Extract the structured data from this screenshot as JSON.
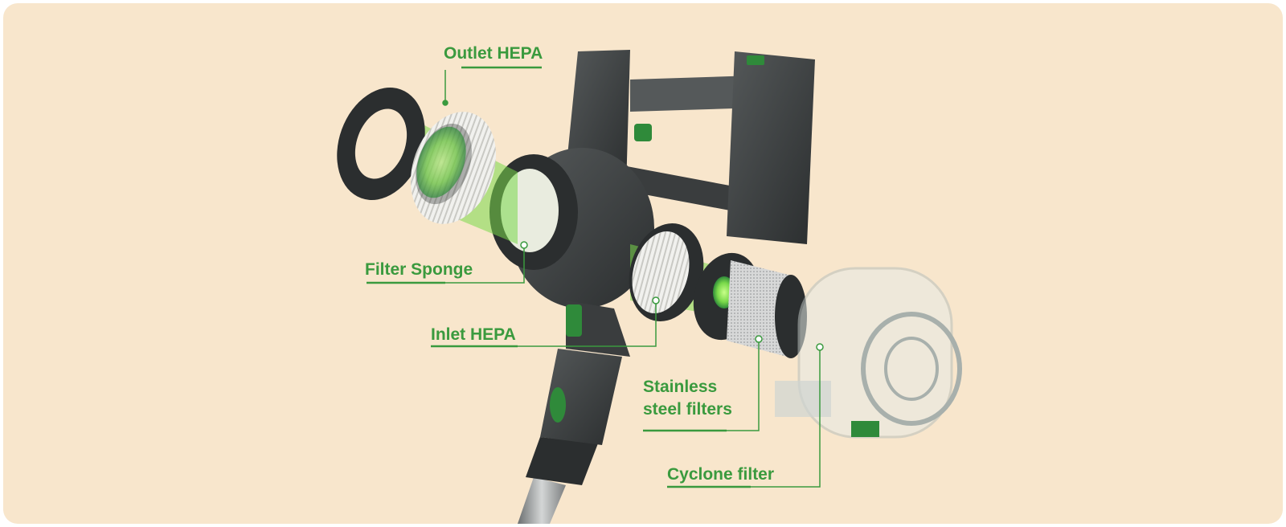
{
  "colors": {
    "background": "#f8e6cc",
    "label_green": "#3a9a3e",
    "body_dark": "#3a3d3e",
    "accent_green": "#2f8a3a",
    "glow_green": "#7ad94a"
  },
  "labels": {
    "outlet_hepa": "Outlet HEPA",
    "filter_sponge": "Filter Sponge",
    "inlet_hepa": "Inlet HEPA",
    "steel_line1": "Stainless",
    "steel_line2": "steel filters",
    "cyclone_filter": "Cyclone filter"
  }
}
